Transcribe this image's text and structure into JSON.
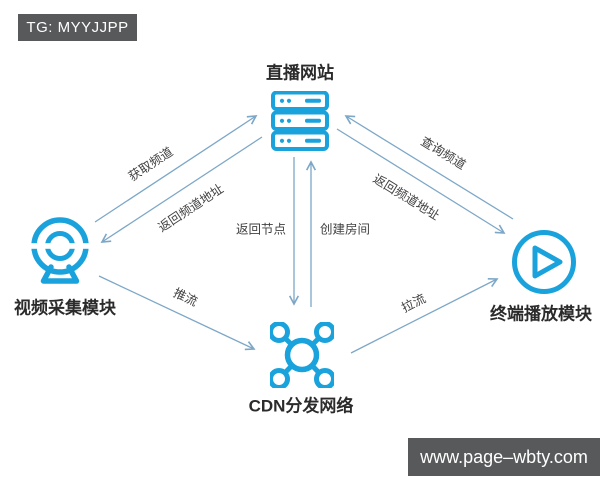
{
  "watermarks": {
    "top_left": "TG: MYYJJPP",
    "bottom_right": "www.page–wbty.com"
  },
  "diagram": {
    "title": "",
    "nodes": [
      {
        "id": "live-site",
        "label": "直播网站",
        "icon": "server-icon"
      },
      {
        "id": "video-capture",
        "label": "视频采集模块",
        "icon": "webcam-icon"
      },
      {
        "id": "terminal-player",
        "label": "终端播放模块",
        "icon": "play-icon"
      },
      {
        "id": "cdn-network",
        "label": "CDN分发网络",
        "icon": "network-hub-icon"
      }
    ],
    "edges": [
      {
        "from": "video-capture",
        "to": "live-site",
        "label": "获取频道"
      },
      {
        "from": "live-site",
        "to": "video-capture",
        "label": "返回频道地址"
      },
      {
        "from": "terminal-player",
        "to": "live-site",
        "label": "查询频道"
      },
      {
        "from": "live-site",
        "to": "terminal-player",
        "label": "返回频道地址"
      },
      {
        "from": "live-site",
        "to": "cdn-network",
        "label": "返回节点"
      },
      {
        "from": "cdn-network",
        "to": "live-site",
        "label": "创建房间"
      },
      {
        "from": "video-capture",
        "to": "cdn-network",
        "label": "推流"
      },
      {
        "from": "cdn-network",
        "to": "terminal-player",
        "label": "拉流"
      }
    ]
  },
  "colors": {
    "icon_blue": "#1aa2dc",
    "arrow": "#7da7c7",
    "banner_bg": "#58595b",
    "banner_text": "#ffffff",
    "node_label_text": "#2b2b2b",
    "edge_label_text": "#414141",
    "background": "#ffffff"
  }
}
